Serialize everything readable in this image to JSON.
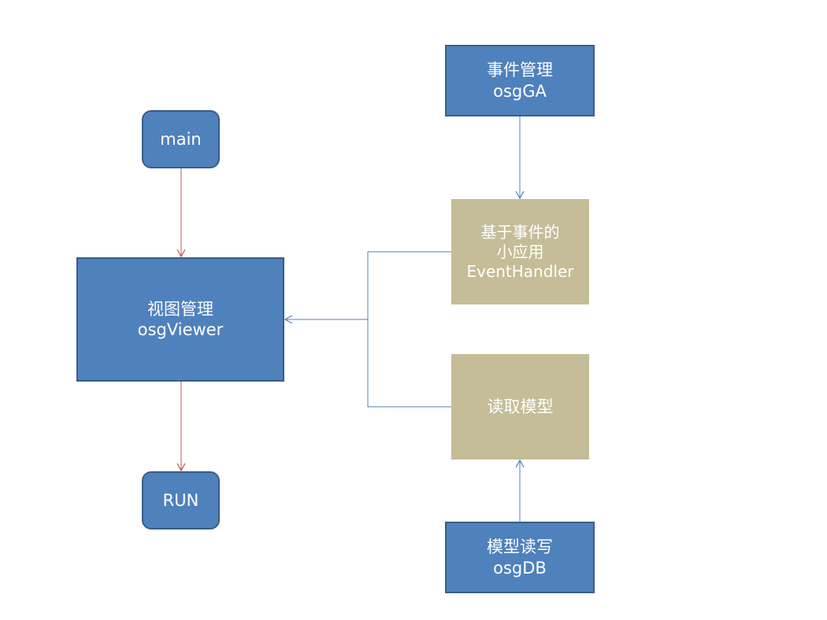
{
  "diagram": {
    "nodes": {
      "main": {
        "lines": [
          "main"
        ]
      },
      "viewer": {
        "lines": [
          "视图管理",
          "osgViewer"
        ]
      },
      "run": {
        "lines": [
          "RUN"
        ]
      },
      "osgga": {
        "lines": [
          "事件管理",
          "osgGA"
        ]
      },
      "handler": {
        "lines": [
          "基于事件的",
          "小应用",
          "EventHandler"
        ]
      },
      "read": {
        "lines": [
          "读取模型"
        ]
      },
      "osgdb": {
        "lines": [
          "模型读写",
          "osgDB"
        ]
      }
    },
    "edges": [
      {
        "from": "main",
        "to": "viewer",
        "color": "#c0504d"
      },
      {
        "from": "viewer",
        "to": "run",
        "color": "#c0504d"
      },
      {
        "from": "osgga",
        "to": "handler",
        "color": "#4f81bd"
      },
      {
        "from": "handler",
        "to": "viewer",
        "color": "#4f81bd"
      },
      {
        "from": "read",
        "to": "viewer",
        "color": "#4f81bd"
      },
      {
        "from": "osgdb",
        "to": "read",
        "color": "#4f81bd"
      }
    ]
  },
  "colors": {
    "module_fill": "#4f81bd",
    "module_border": "#385d8a",
    "component_fill": "#c4bd97",
    "flow_red": "#c0504d",
    "flow_blue": "#4f81bd"
  }
}
